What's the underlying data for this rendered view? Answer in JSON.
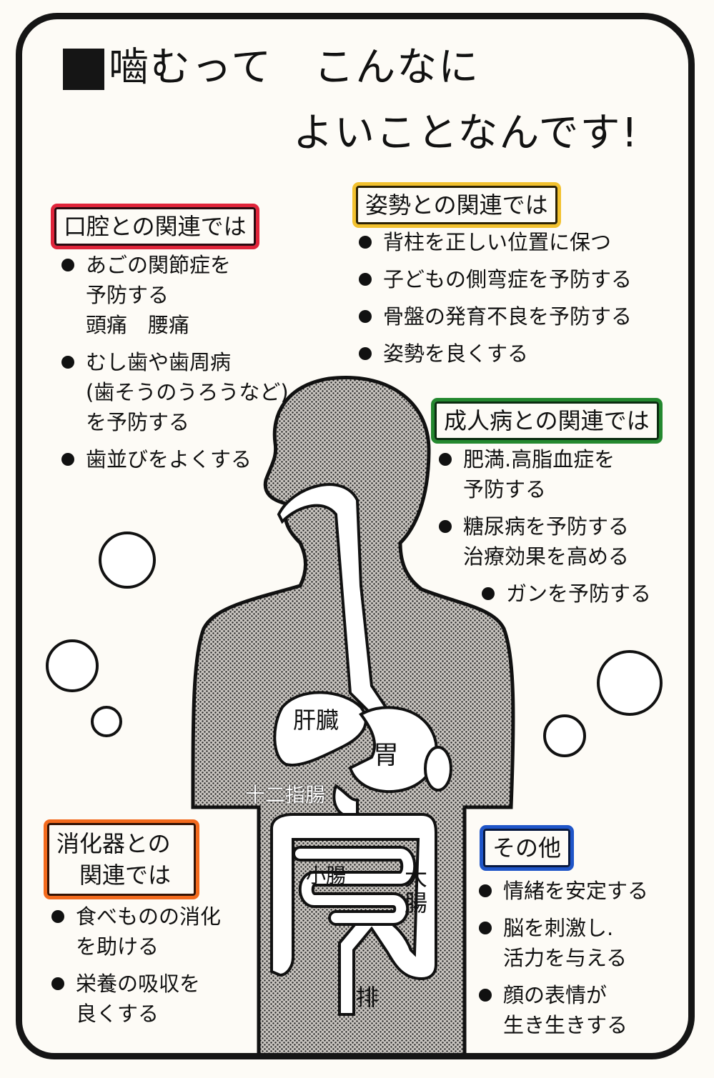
{
  "title": {
    "line1": "嚙むって　こんなに",
    "line2": "よいことなんです!"
  },
  "sections": {
    "oral": {
      "heading": "口腔との関連では",
      "items": [
        "あごの関節症を\n予防する\n頭痛　腰痛",
        "むし歯や歯周病\n(歯そうのうろうなど)\nを予防する",
        "歯並びをよくする"
      ]
    },
    "posture": {
      "heading": "姿勢との関連では",
      "items": [
        "背柱を正しい位置に保つ",
        "子どもの側弯症を予防する",
        "骨盤の発育不良を予防する",
        "姿勢を良くする"
      ]
    },
    "adult": {
      "heading": "成人病との関連では",
      "items": [
        "肥満.高脂血症を\n予防する",
        "糖尿病を予防する\n治療効果を高める",
        "ガンを予防する"
      ]
    },
    "digestive": {
      "heading": "消化器との\n　関連では",
      "items": [
        "食べものの消化\nを助ける",
        "栄養の吸収を\n良くする"
      ]
    },
    "other": {
      "heading": "その他",
      "items": [
        "情緒を安定する",
        "脳を刺激し.\n活力を与える",
        "顔の表情が\n生き生きする"
      ]
    }
  },
  "organs": {
    "liver": "肝臓",
    "stomach": "胃",
    "duodenum": "十二指腸",
    "small_intestine": "小腸",
    "large_intestine": "大\n腸",
    "excretion": "排"
  },
  "colors": {
    "red": "#e0243a",
    "yellow": "#f2c12e",
    "green": "#24882f",
    "orange": "#f36a1d",
    "blue": "#1f55c8"
  }
}
